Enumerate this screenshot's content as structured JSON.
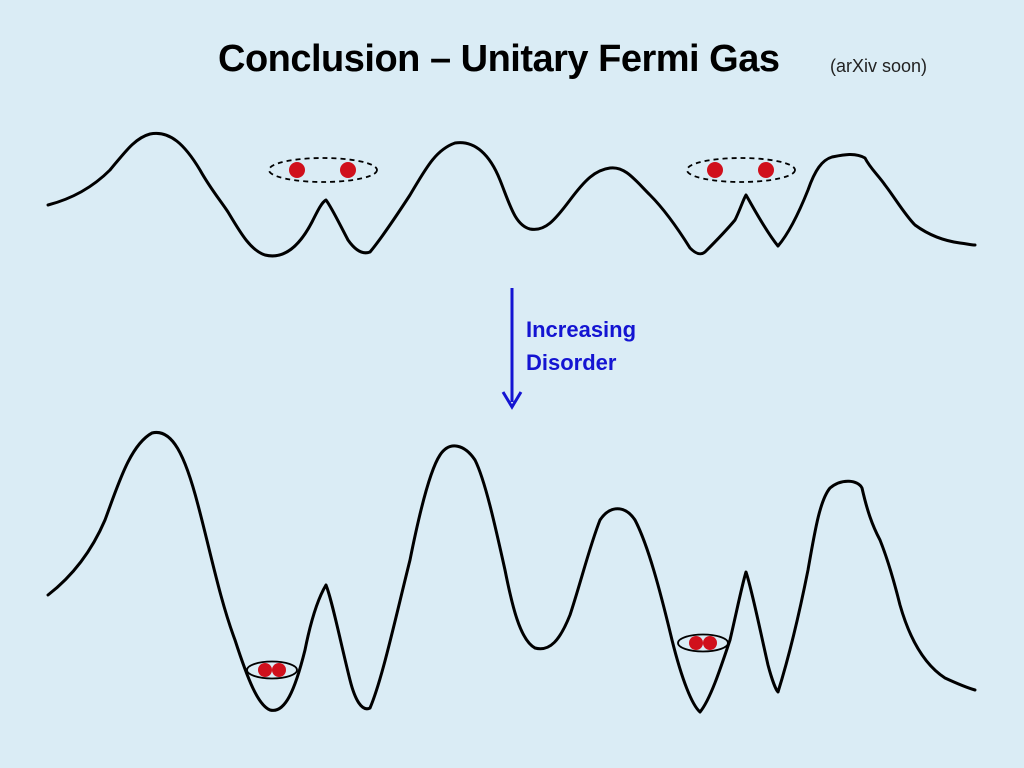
{
  "slide": {
    "title": "Conclusion – Unitary Fermi Gas",
    "subtitle": "(arXiv soon)"
  },
  "arrow": {
    "label_line1": "Increasing",
    "label_line2": "Disorder",
    "color": "#1414d2"
  },
  "colors": {
    "background": "#daecf5",
    "curve": "#000000",
    "particle": "#d0101c"
  },
  "panels": [
    {
      "name": "low-disorder-potential",
      "particles_per_pair": 2,
      "pair_count": 2,
      "pair_style": "dashed-extended"
    },
    {
      "name": "high-disorder-potential",
      "particles_per_pair": 2,
      "pair_count": 2,
      "pair_style": "solid-localized"
    }
  ]
}
